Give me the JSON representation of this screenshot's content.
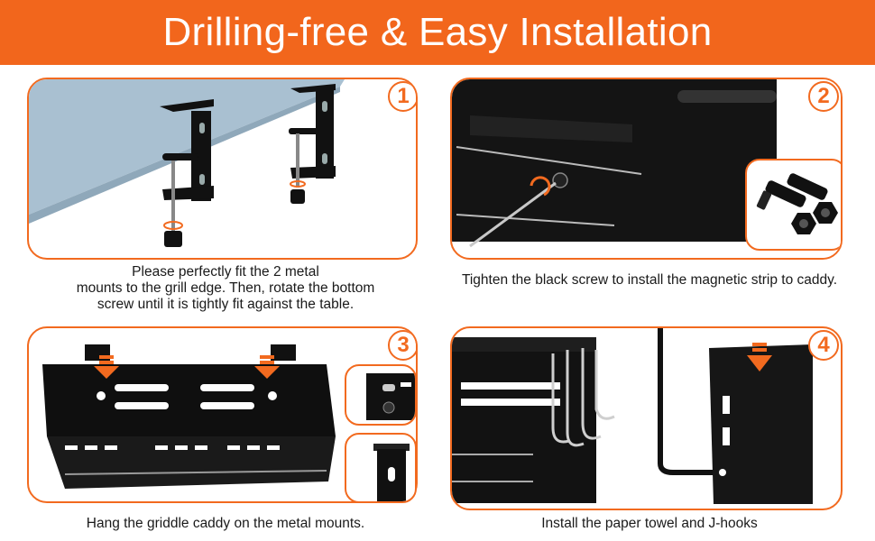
{
  "header": {
    "title": "Drilling-free & Easy Installation"
  },
  "steps": [
    {
      "number": "1",
      "caption_lines": [
        "Please perfectly fit the 2 metal",
        "mounts to the grill edge. Then, rotate the bottom",
        "screw until it is tightly fit against the table."
      ]
    },
    {
      "number": "2",
      "caption": "Tighten the black screw to install the magnetic strip to caddy."
    },
    {
      "number": "3",
      "caption": "Hang the griddle caddy on the metal mounts."
    },
    {
      "number": "4",
      "caption": "Install the paper towel and J-hooks"
    }
  ],
  "colors": {
    "accent": "#f26a1f",
    "banner": "#f2661c",
    "table": "#a9c0d1",
    "metal": "#111111"
  }
}
